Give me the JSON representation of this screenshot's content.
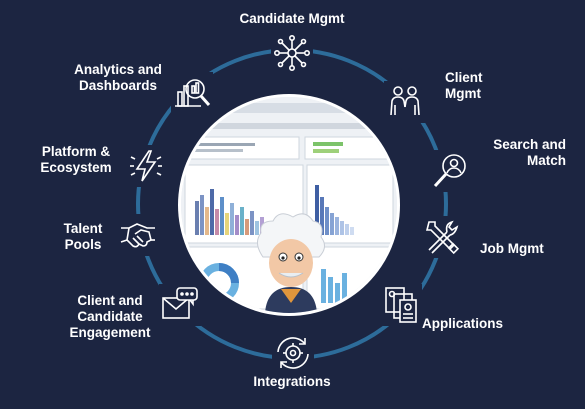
{
  "labels": {
    "candidate_mgmt": "Candidate Mgmt",
    "client_mgmt": "Client Mgmt",
    "search_match": "Search and Match",
    "job_mgmt": "Job Mgmt",
    "applications": "Applications",
    "integrations": "Integrations",
    "engagement": "Client and Candidate Engagement",
    "talent_pools": "Talent Pools",
    "platform": "Platform & Ecosystem",
    "analytics": "Analytics and Dashboards"
  },
  "colors": {
    "background": "#1c2541",
    "ring": "#2d6c9a",
    "icon_stroke": "#ffffff",
    "text": "#ffffff"
  },
  "icons": {
    "candidate_mgmt": "network-icon",
    "client_mgmt": "people-icon",
    "search_match": "person-search-icon",
    "job_mgmt": "tools-icon",
    "applications": "documents-icon",
    "integrations": "gear-sync-icon",
    "engagement": "envelope-chat-icon",
    "talent_pools": "handshake-icon",
    "platform": "lightning-icon",
    "analytics": "chart-search-icon"
  }
}
